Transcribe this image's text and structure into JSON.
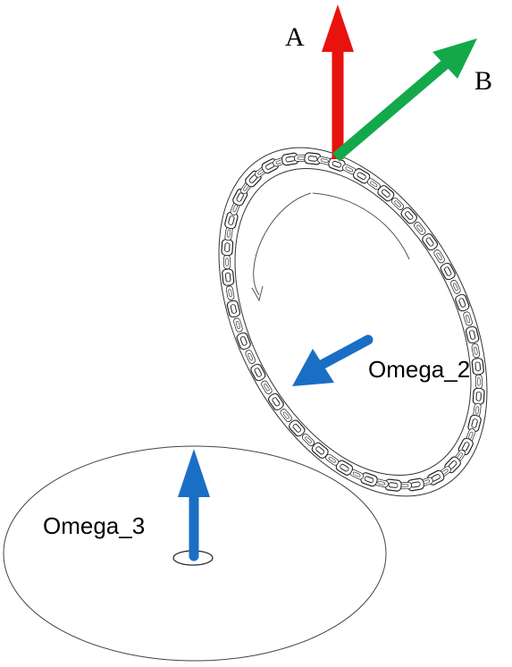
{
  "labels": {
    "axis_a": "A",
    "axis_b": "B",
    "omega_2": "Omega_2",
    "omega_3": "Omega_3"
  },
  "colors": {
    "axis_a": "#e8120e",
    "axis_b": "#13a94b",
    "omega": "#1a6fc4",
    "line": "#222222"
  },
  "icons": {
    "chain_ring": "chain-ring-icon",
    "disk": "disk-icon"
  }
}
